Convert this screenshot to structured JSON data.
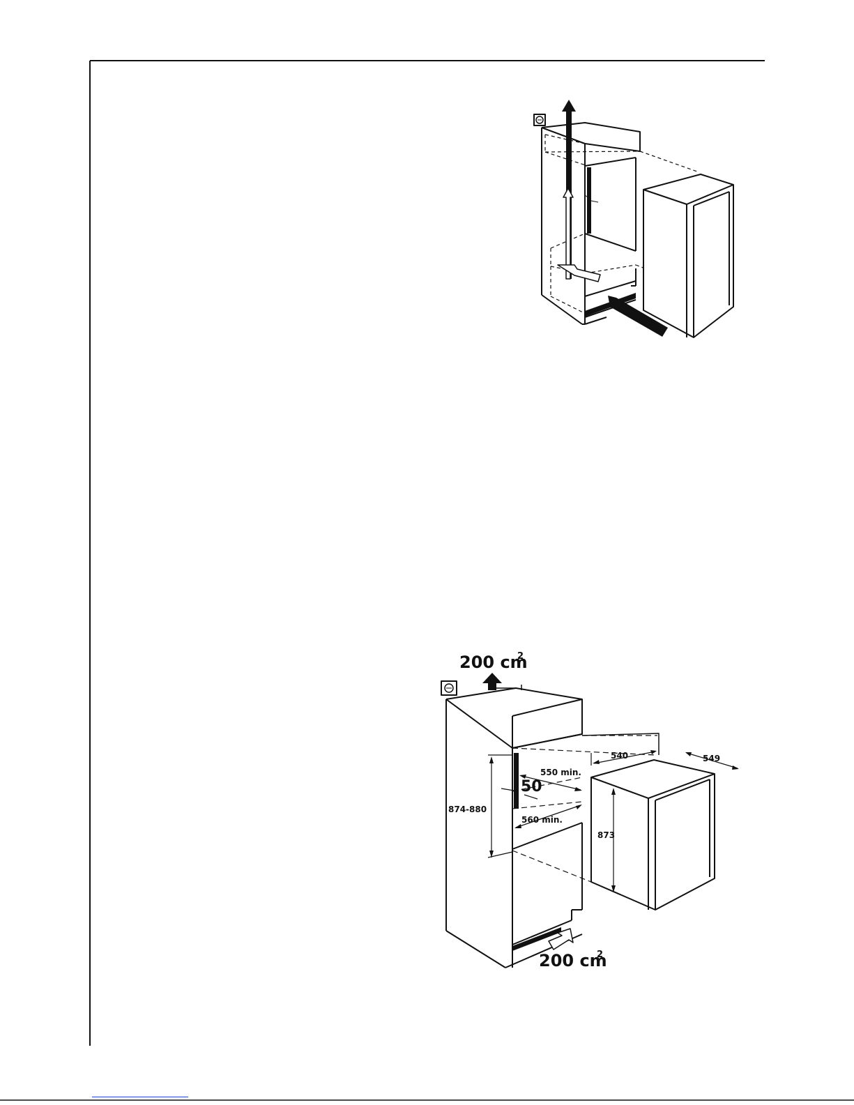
{
  "figure_bottom": {
    "vent_top": {
      "value": "200 cm",
      "exp": "2"
    },
    "vent_bottom": {
      "value": "200 cm",
      "exp": "2"
    },
    "dim_niche_height": "874-880",
    "dim_depth_min": "550 min.",
    "dim_gap": "50",
    "dim_width_min": "560 min.",
    "dim_appliance_width": "540",
    "dim_appliance_depth": "549",
    "dim_appliance_height": "873"
  },
  "colors": {
    "line": "#111111",
    "link": "#1a3fd8",
    "background": "#ffffff"
  },
  "icons": [
    "socket-icon",
    "airflow-arrow-icon"
  ]
}
